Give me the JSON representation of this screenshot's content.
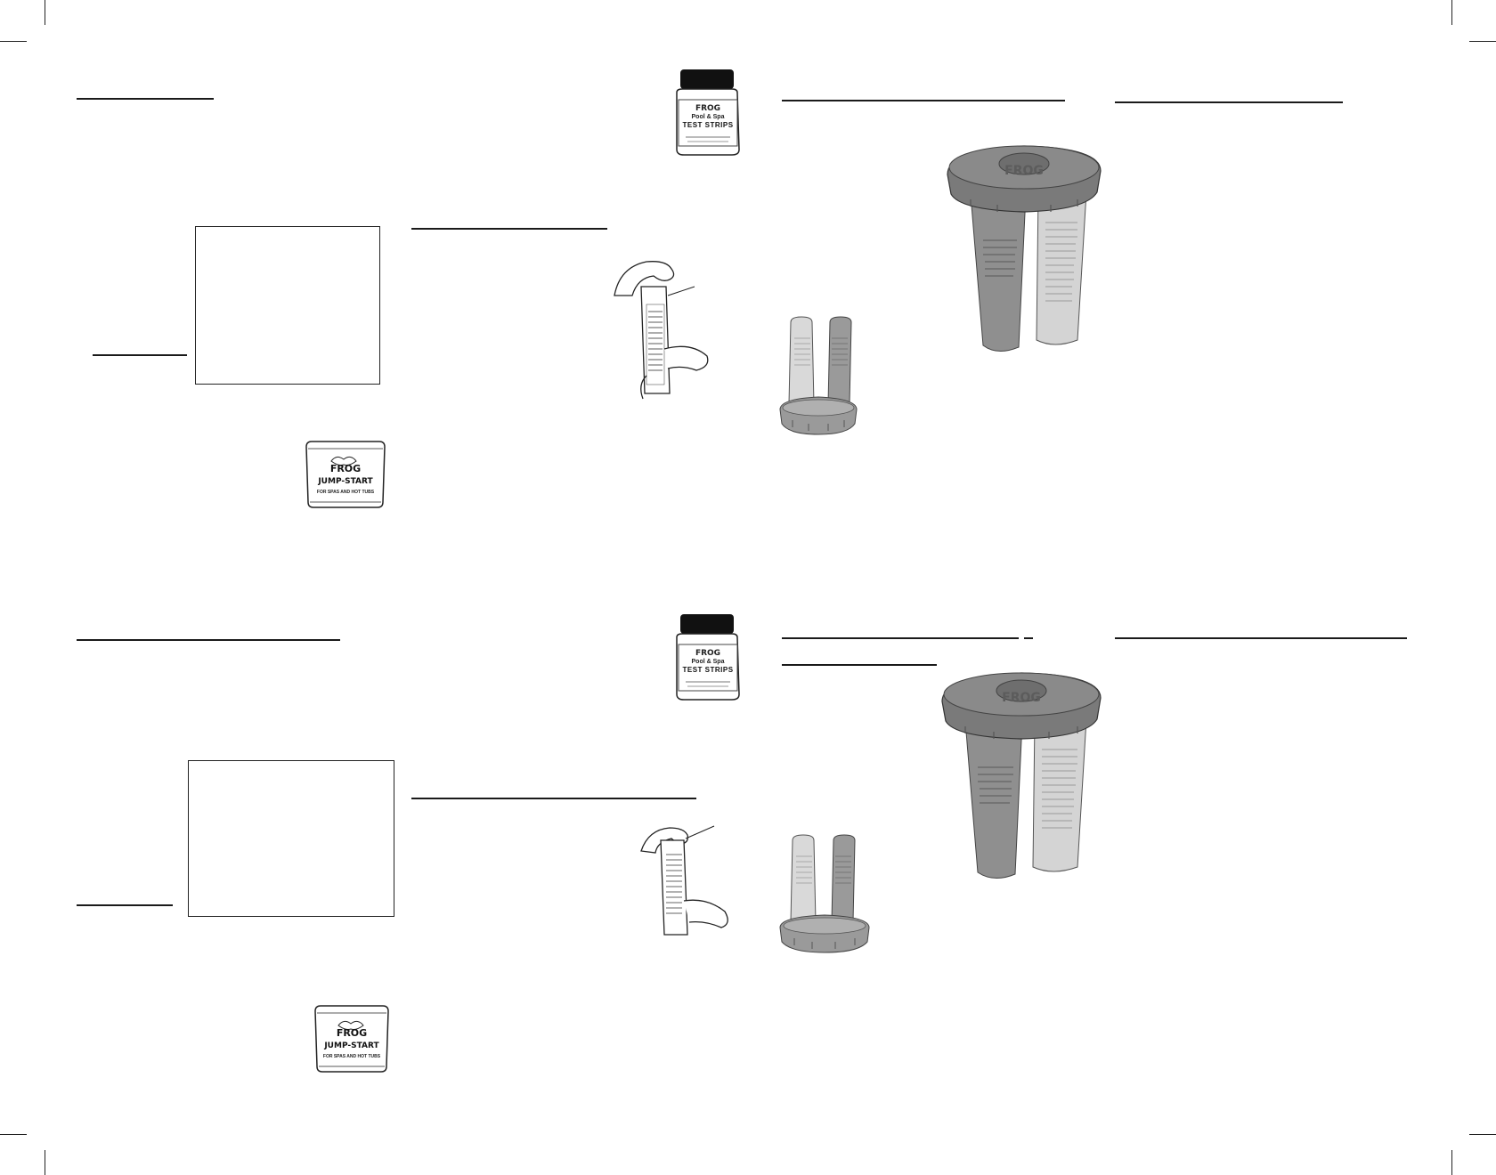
{
  "products": {
    "test_strips": {
      "line1": "Pool & Spa",
      "line2": "TEST STRIPS"
    },
    "jump_start": {
      "brand": "FROG",
      "name": "JUMP-START",
      "tagline": "FOR SPAS AND HOT TUBS"
    },
    "floater": {
      "brand": "FROG"
    }
  },
  "colors": {
    "ink": "#1a1a1a",
    "cartridge_dark": "#8f8f8f",
    "cartridge_light": "#d4d4d4",
    "cap": "#7a7a7a"
  }
}
